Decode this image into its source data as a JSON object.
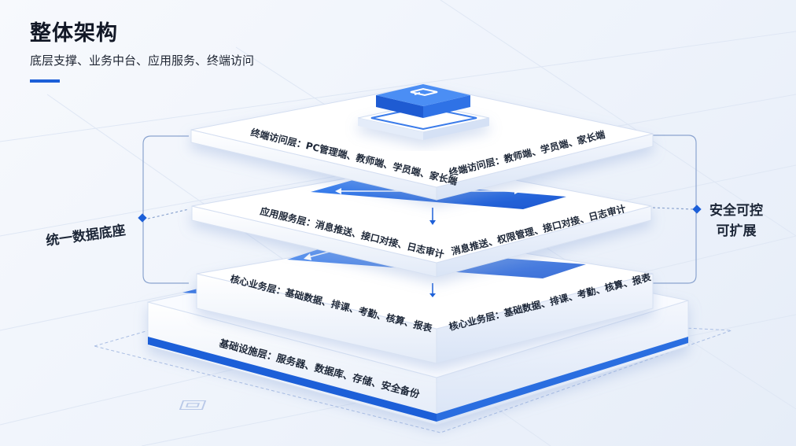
{
  "header": {
    "title": "整体架构",
    "subtitle": "底层支撑、业务中台、应用服务、终端访问"
  },
  "side_labels": {
    "left": "统一数据底座",
    "right_line1": "安全可控",
    "right_line2": "可扩展"
  },
  "layers": {
    "terminal": {
      "front": "终端访问层：PC管理端、教师端、学员端、家长端",
      "right": "终端访问层：教师端、学员端、家长端"
    },
    "application": {
      "front": "应用服务层：消息推送、接口对接、日志审计",
      "right": "消息推送、权限管理、接口对接、日志审计"
    },
    "core": {
      "front": "核心业务层：基础数据、排课、考勤、核算、报表",
      "right": "核心业务层：基础数据、排课、考勤、核算、报表"
    },
    "infrastructure": {
      "front": "基础设施层：服务器、数据库、存储、安全备份"
    }
  },
  "colors": {
    "accent": "#1c5fd8",
    "accent_light": "#4d8df0",
    "slab_top": "#ffffff",
    "text": "#1b2536"
  },
  "icons": [
    "document-icon",
    "arrow-left-icon",
    "arrow-right-icon",
    "arrow-down-icon",
    "diamond-icon"
  ]
}
